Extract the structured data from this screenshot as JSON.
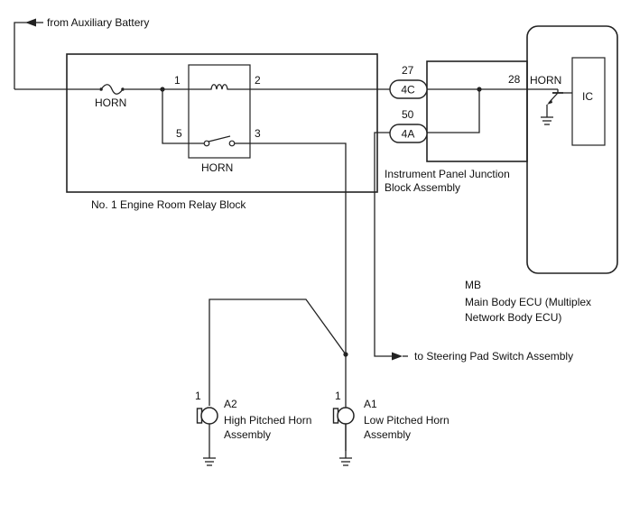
{
  "labels": {
    "aux_battery": "from Auxiliary Battery",
    "fuse_horn": "HORN",
    "relay_horn": "HORN",
    "relay_block": "No. 1 Engine Room Relay Block",
    "jb_line1": "Instrument Panel Junction",
    "jb_line2": "Block Assembly",
    "ecu_horn": "HORN",
    "ecu_ic": "IC",
    "ecu_code": "MB",
    "ecu_line1": "Main Body ECU (Multiplex",
    "ecu_line2": "Network Body ECU)",
    "steering": "to Steering Pad Switch Assembly",
    "a2_code": "A2",
    "a2_line1": "High Pitched Horn",
    "a2_line2": "Assembly",
    "a1_code": "A1",
    "a1_line1": "Low Pitched Horn",
    "a1_line2": "Assembly"
  },
  "pins": {
    "relay_1": "1",
    "relay_2": "2",
    "relay_5": "5",
    "relay_3": "3",
    "conn_27": "27",
    "conn_4c": "4C",
    "conn_50": "50",
    "conn_4a": "4A",
    "ecu_28": "28",
    "a2_1": "1",
    "a1_1": "1"
  }
}
